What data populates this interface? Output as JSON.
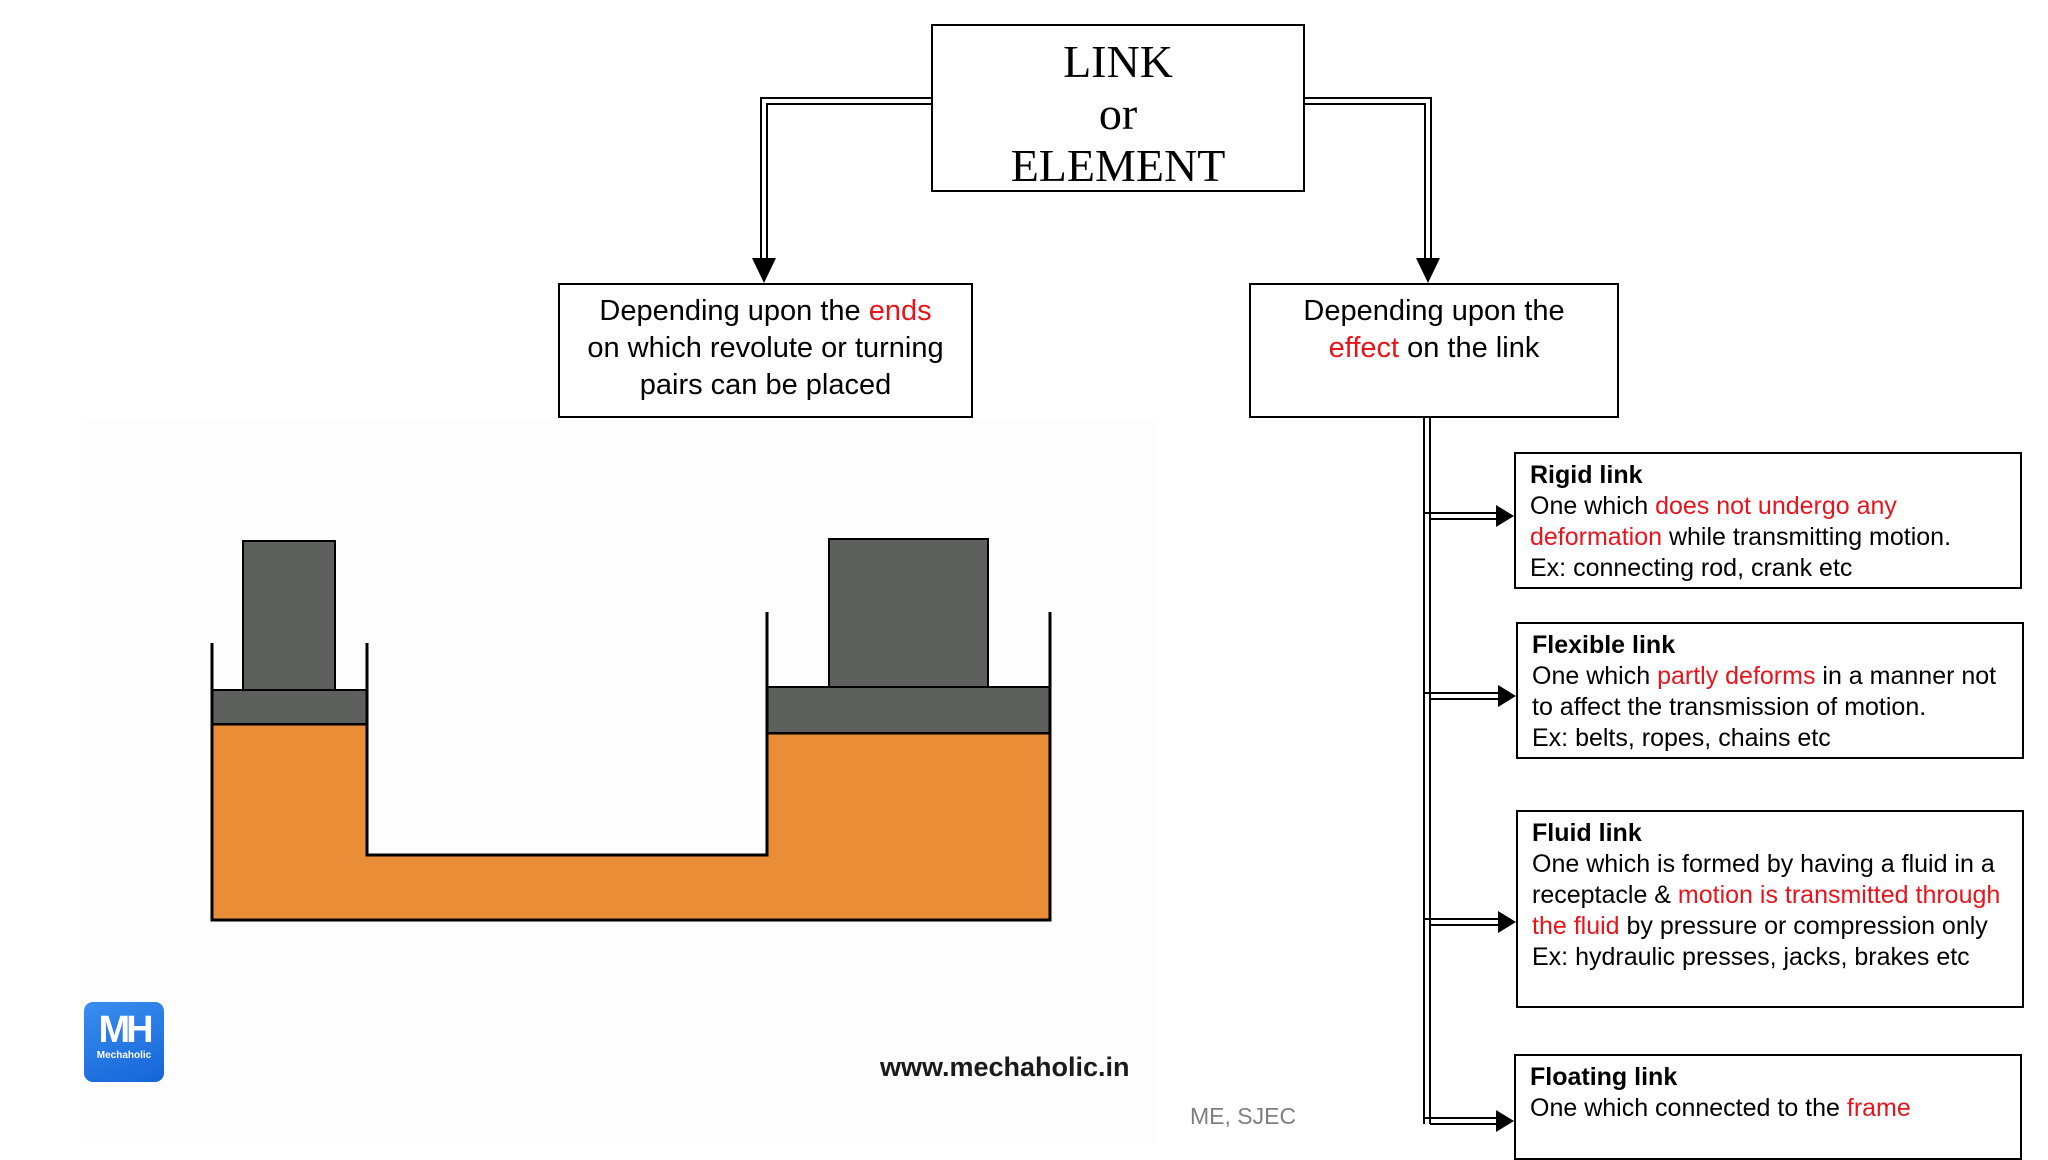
{
  "root": {
    "lines": [
      "LINK",
      "or",
      "ELEMENT"
    ]
  },
  "branch_left": {
    "line1_prefix": "Depending upon the ",
    "line1_highlight": "ends",
    "line2": "on which revolute or turning",
    "line3": "pairs can be placed"
  },
  "branch_right": {
    "line1": "Depending upon the",
    "line2_highlight": "effect",
    "line2_suffix": " on the link"
  },
  "types": {
    "rigid": {
      "title": "Rigid link",
      "prefix": "One which ",
      "highlight": "does not undergo any deformation",
      "suffix": " while transmitting motion.",
      "example": "Ex: connecting rod, crank etc"
    },
    "flexible": {
      "title": "Flexible link",
      "prefix": "One which ",
      "highlight": "partly deforms",
      "suffix": " in a manner not to affect the transmission of motion.",
      "example": "Ex: belts, ropes, chains etc"
    },
    "fluid": {
      "title": "Fluid link",
      "prefix": "One which is formed by having a fluid in a receptacle & ",
      "highlight": "motion is transmitted through the fluid",
      "suffix": " by pressure or compression only",
      "example": "Ex: hydraulic presses, jacks, brakes etc"
    },
    "floating": {
      "title": "Floating link",
      "prefix": "One which connected to the ",
      "highlight": "frame",
      "suffix": ""
    }
  },
  "illustration": {
    "website": "www.mechaholic.in",
    "logo_mark": "MH",
    "logo_name": "Mechaholic"
  },
  "footer": "ME, SJEC",
  "colors": {
    "fluid": "#e98e37",
    "piston": "#5e605d",
    "highlight": "#e8141c"
  }
}
